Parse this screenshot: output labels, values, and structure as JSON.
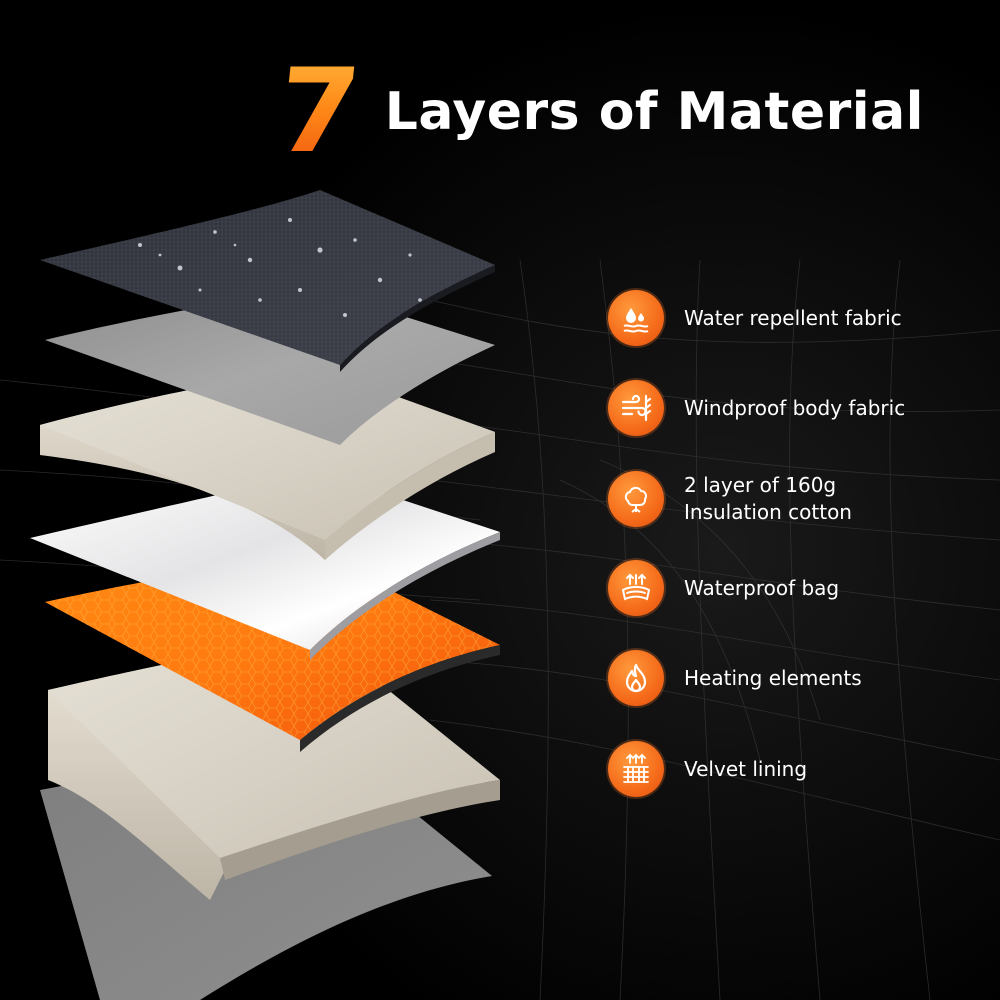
{
  "title": {
    "number": "7",
    "text": "Layers of Material"
  },
  "features": [
    {
      "line1": "Water repellent fabric",
      "line2": "",
      "icon": "water-drops-icon"
    },
    {
      "line1": "Windproof body fabric",
      "line2": "",
      "icon": "wind-icon"
    },
    {
      "line1": "2 layer of 160g",
      "line2": "Insulation cotton",
      "icon": "cotton-icon"
    },
    {
      "line1": "Waterproof bag",
      "line2": "",
      "icon": "waterproof-bag-icon"
    },
    {
      "line1": "Heating elements",
      "line2": "",
      "icon": "flame-icon"
    },
    {
      "line1": "Velvet lining",
      "line2": "",
      "icon": "velvet-lining-icon"
    }
  ],
  "colors": {
    "accent": "#f56b1a",
    "background": "#000000",
    "text": "#ffffff"
  }
}
